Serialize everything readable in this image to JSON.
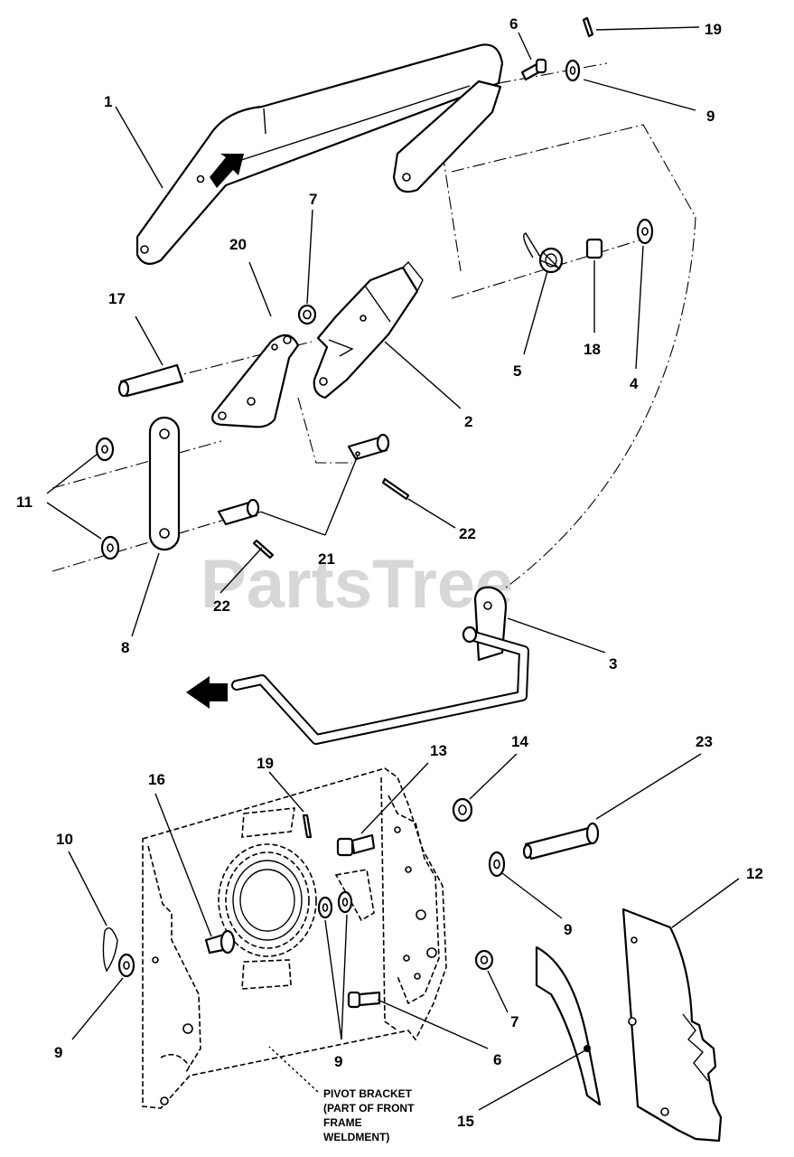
{
  "watermark": "PartsTree",
  "callouts": [
    "1",
    "2",
    "3",
    "4",
    "5",
    "6",
    "6",
    "7",
    "7",
    "8",
    "9",
    "9",
    "9",
    "9",
    "10",
    "11",
    "12",
    "13",
    "14",
    "15",
    "16",
    "17",
    "18",
    "19",
    "19",
    "20",
    "21",
    "22",
    "22",
    "23"
  ],
  "note": {
    "line1": "PIVOT BRACKET",
    "line2": "(PART OF FRONT",
    "line3": "FRAME",
    "line4": "WELDMENT)"
  }
}
